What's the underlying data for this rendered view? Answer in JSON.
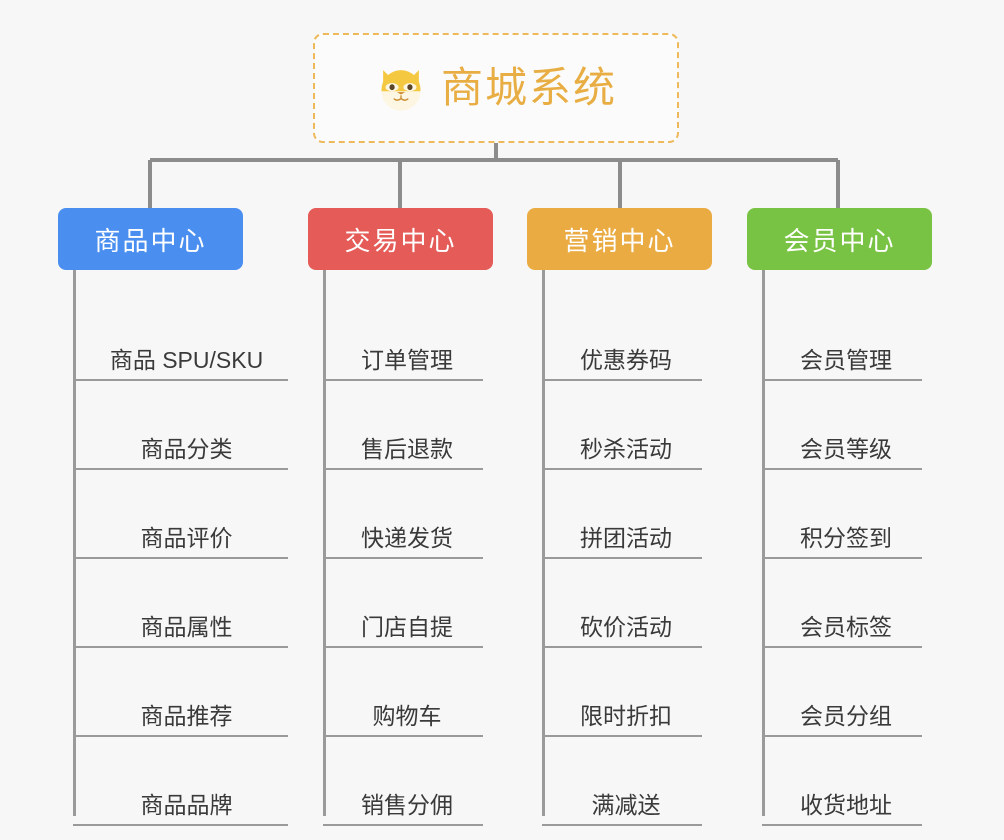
{
  "root": {
    "title": "商城系统",
    "icon": "shiba-dog-face-emoji",
    "title_color": "#e8ae44",
    "border_color": "#edb95a"
  },
  "connector_color": "#8c8c8c",
  "background_color": "#f7f7f7",
  "branches": [
    {
      "id": "product-center",
      "label": "商品中心",
      "color": "#4a8ff0",
      "items": [
        "商品 SPU/SKU",
        "商品分类",
        "商品评价",
        "商品属性",
        "商品推荐",
        "商品品牌"
      ]
    },
    {
      "id": "trade-center",
      "label": "交易中心",
      "color": "#e45b57",
      "items": [
        "订单管理",
        "售后退款",
        "快递发货",
        "门店自提",
        "购物车",
        "销售分佣"
      ]
    },
    {
      "id": "marketing-center",
      "label": "营销中心",
      "color": "#eaab43",
      "items": [
        "优惠券码",
        "秒杀活动",
        "拼团活动",
        "砍价活动",
        "限时折扣",
        "满减送"
      ]
    },
    {
      "id": "member-center",
      "label": "会员中心",
      "color": "#78c343",
      "items": [
        "会员管理",
        "会员等级",
        "积分签到",
        "会员标签",
        "会员分组",
        "收货地址"
      ]
    }
  ]
}
